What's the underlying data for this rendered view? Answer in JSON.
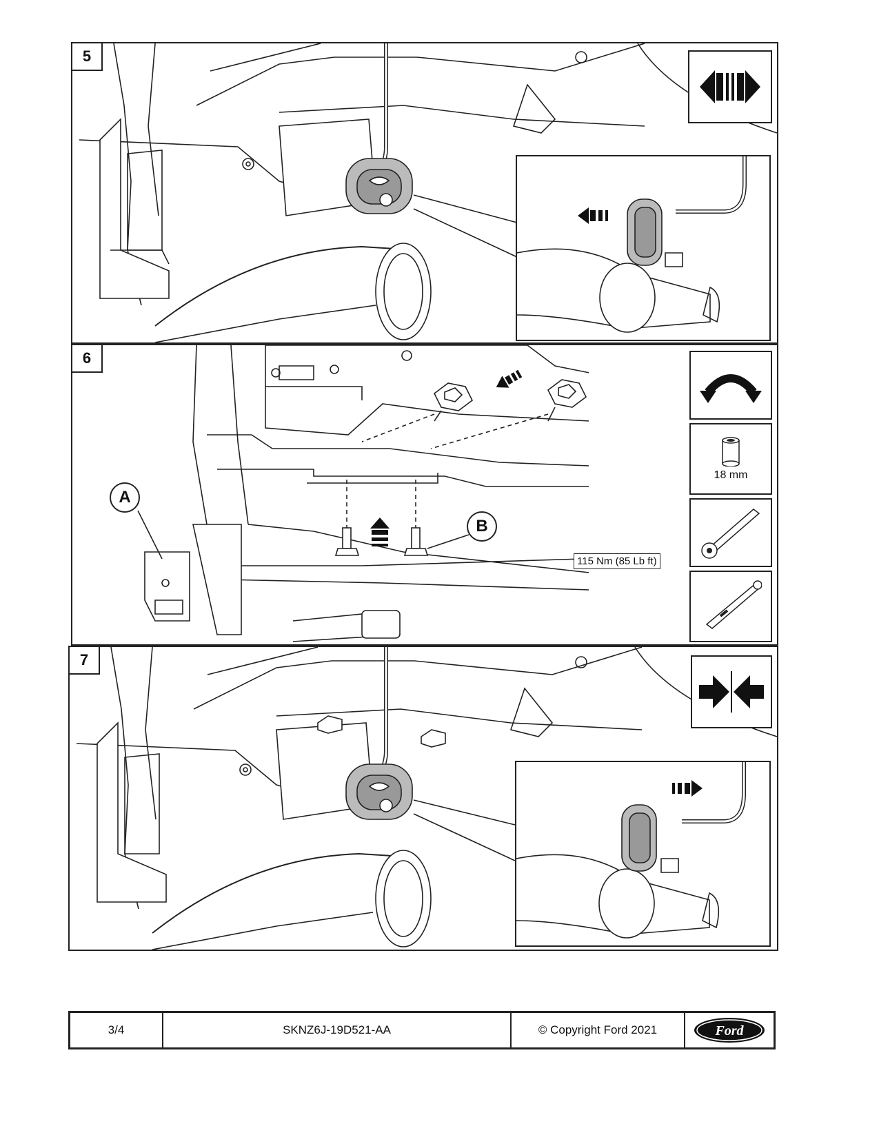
{
  "steps": [
    {
      "number": "5",
      "icon": "pull-apart-arrows-icon"
    },
    {
      "number": "6",
      "icons": [
        "rotate-arrow-icon",
        "socket-icon",
        "ratchet-wrench-icon",
        "torque-wrench-icon"
      ],
      "socket_size": "18 mm",
      "callout_a": "A",
      "callout_b": "B",
      "torque": "115 Nm (85 Lb ft)"
    },
    {
      "number": "7",
      "icon": "push-together-arrows-icon"
    }
  ],
  "footer": {
    "page": "3/4",
    "part_number": "SKNZ6J-19D521-AA",
    "copyright": "© Copyright Ford 2021",
    "logo_text": "Ford"
  }
}
